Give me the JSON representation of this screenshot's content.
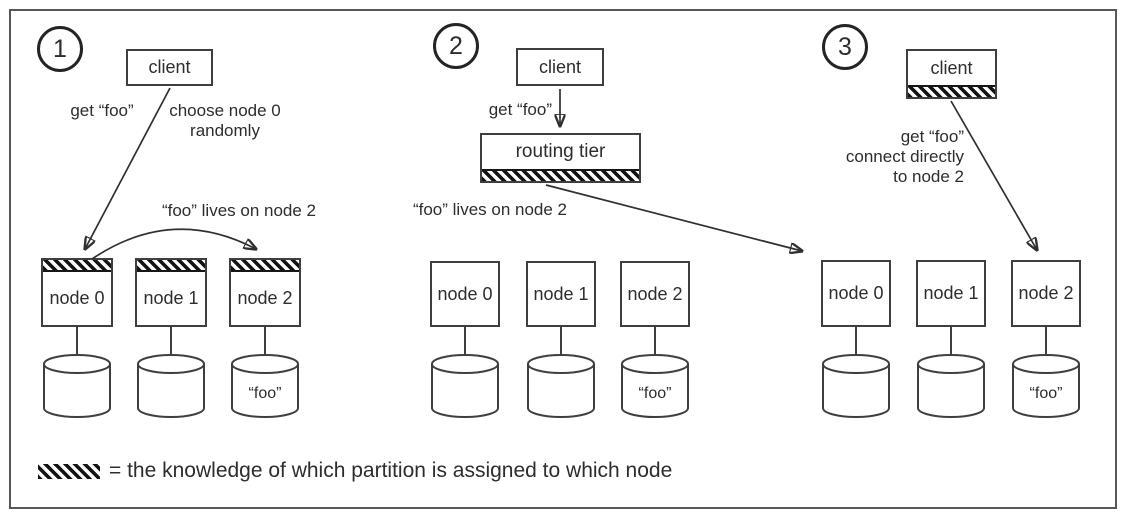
{
  "figure": {
    "legend_text": "= the knowledge of which partition is assigned to which node"
  },
  "colors": {
    "ink": "#2d2d2d",
    "stroke": "#3f3f3f",
    "hatch": "#131313",
    "background": "#ffffff"
  },
  "panels": [
    {
      "number": "1",
      "client_label": "client",
      "request_label": "get “foo”",
      "decision_note": "choose node 0\nrandomly",
      "forward_note": "“foo” lives on node 2",
      "nodes": [
        {
          "label": "node 0"
        },
        {
          "label": "node 1"
        },
        {
          "label": "node 2",
          "data": "“foo”"
        }
      ]
    },
    {
      "number": "2",
      "client_label": "client",
      "request_label": "get “foo”",
      "router_label": "routing tier",
      "forward_note": "“foo” lives on node 2",
      "nodes": [
        {
          "label": "node 0"
        },
        {
          "label": "node 1"
        },
        {
          "label": "node 2",
          "data": "“foo”"
        }
      ]
    },
    {
      "number": "3",
      "client_label": "client",
      "decision_note": "get “foo”\nconnect directly\nto node 2",
      "nodes": [
        {
          "label": "node 0"
        },
        {
          "label": "node 1"
        },
        {
          "label": "node 2",
          "data": "“foo”"
        }
      ]
    }
  ]
}
